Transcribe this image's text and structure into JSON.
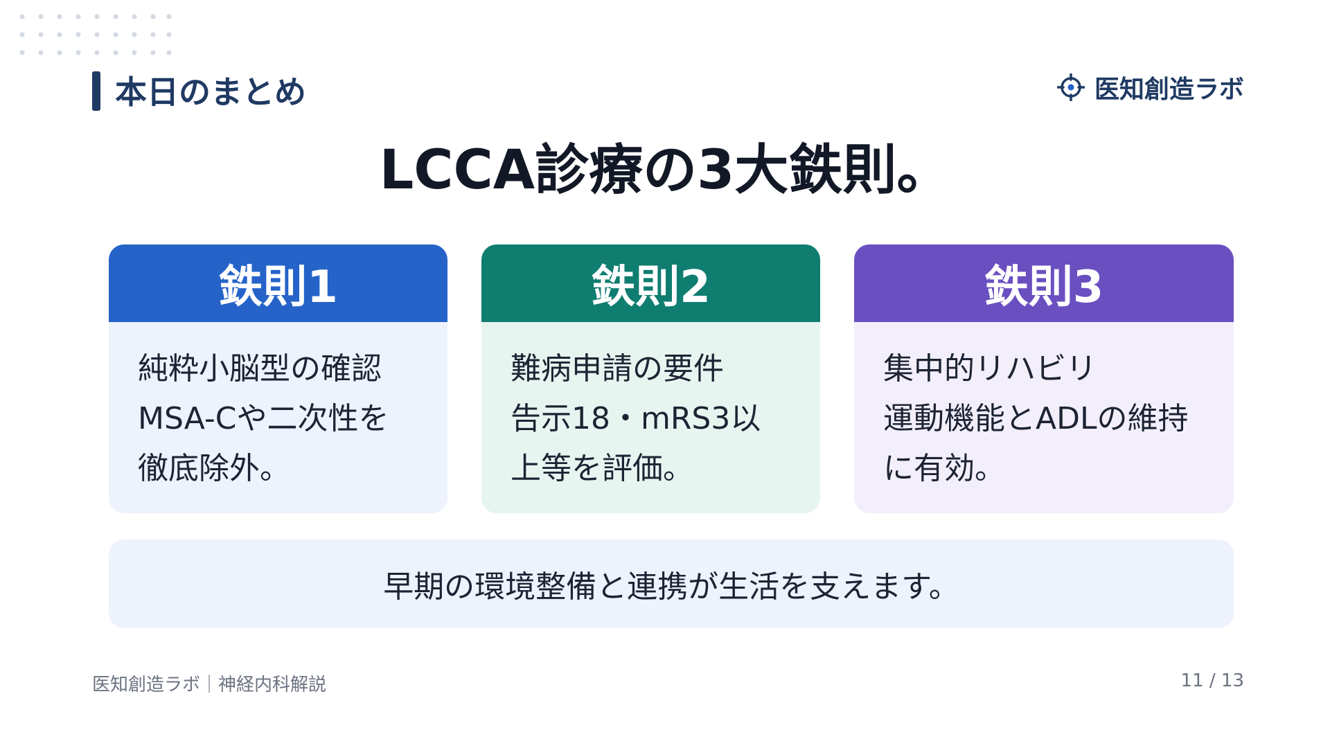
{
  "header": {
    "section_title": "本日のまとめ",
    "brand_name": "医知創造ラボ",
    "brand_icon": "crosshair-icon",
    "accent_color": "#1f3a63"
  },
  "main": {
    "title": "LCCA診療の3大鉄則。"
  },
  "cards": [
    {
      "heading": "鉄則1",
      "lines": [
        "純粋小脳型の確認",
        "MSA-Cや二次性を",
        "徹底除外。"
      ],
      "header_color": "#2563c9",
      "body_color": "#edf2fc"
    },
    {
      "heading": "鉄則2",
      "lines": [
        "難病申請の要件",
        "告示18・mRS3以",
        "上等を評価。"
      ],
      "header_color": "#0f7d70",
      "body_color": "#e7f5f1"
    },
    {
      "heading": "鉄則3",
      "lines": [
        "集中的リハビリ",
        "運動機能とADLの維持",
        "に有効。"
      ],
      "header_color": "#6a4fc1",
      "body_color": "#f2effb"
    }
  ],
  "summary": {
    "text": "早期の環境整備と連携が生活を支えます。"
  },
  "footer": {
    "left": "医知創造ラボ｜神経内科解説",
    "page": "11 / 13"
  }
}
